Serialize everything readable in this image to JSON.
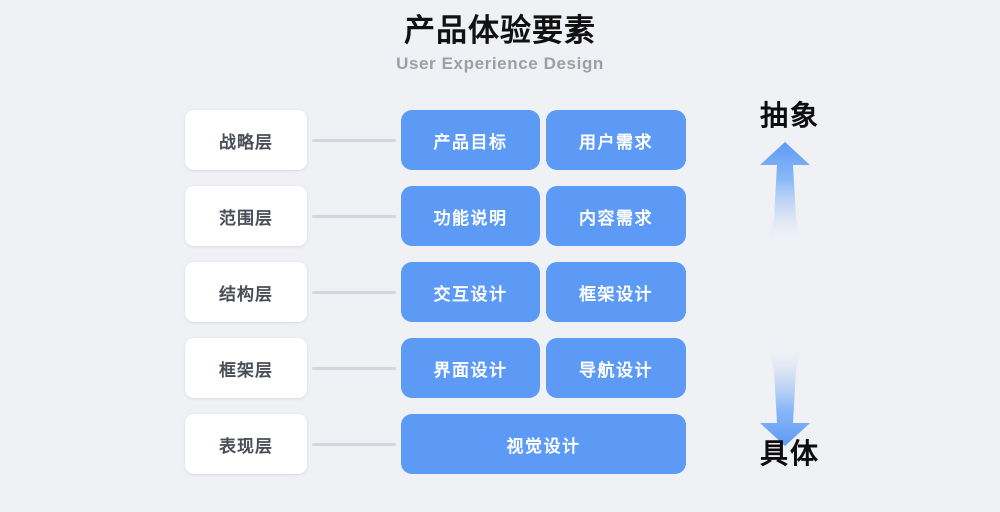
{
  "header": {
    "title": "产品体验要素",
    "subtitle": "User Experience Design"
  },
  "colors": {
    "background": "#eff1f5",
    "card_blue": "#5c9af5",
    "label_card": "#ffffff",
    "label_text": "#4a4f57",
    "connector": "#d3d6db",
    "subtitle_gray": "#9aa0a6",
    "arrow_blue": "#5c9af5",
    "title_text": "#111111"
  },
  "rows": [
    {
      "layer": "战略层",
      "cards": [
        "产品目标",
        "用户需求"
      ]
    },
    {
      "layer": "范围层",
      "cards": [
        "功能说明",
        "内容需求"
      ]
    },
    {
      "layer": "结构层",
      "cards": [
        "交互设计",
        "框架设计"
      ]
    },
    {
      "layer": "框架层",
      "cards": [
        "界面设计",
        "导航设计"
      ]
    },
    {
      "layer": "表现层",
      "cards": [
        "视觉设计"
      ]
    }
  ],
  "axis": {
    "top_label": "抽象",
    "bottom_label": "具体",
    "up_arrow_icon": "arrow-up-icon",
    "down_arrow_icon": "arrow-down-icon"
  }
}
